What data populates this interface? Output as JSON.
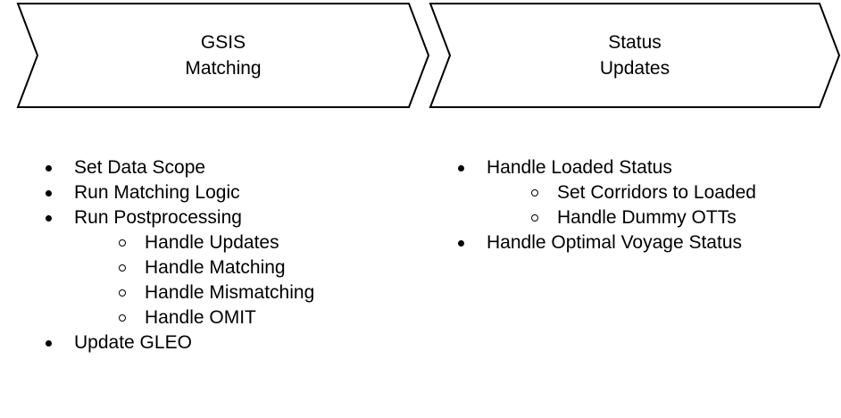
{
  "colors": {
    "background": "#ffffff",
    "shape_fill": "#ffffff",
    "shape_stroke": "#000000",
    "text": "#000000"
  },
  "chevrons": [
    {
      "line1": "GSIS",
      "line2": "Matching"
    },
    {
      "line1": "Status",
      "line2": "Updates"
    }
  ],
  "left_list": {
    "items": [
      {
        "label": "Set Data Scope",
        "level": 1
      },
      {
        "label": "Run Matching Logic",
        "level": 1
      },
      {
        "label": "Run Postprocessing",
        "level": 1
      },
      {
        "label": "Handle Updates",
        "level": 2
      },
      {
        "label": "Handle Matching",
        "level": 2
      },
      {
        "label": "Handle Mismatching",
        "level": 2
      },
      {
        "label": "Handle OMIT",
        "level": 2
      },
      {
        "label": "Update GLEO",
        "level": 1
      }
    ]
  },
  "right_list": {
    "items": [
      {
        "label": "Handle Loaded Status",
        "level": 1
      },
      {
        "label": "Set Corridors to Loaded",
        "level": 2
      },
      {
        "label": "Handle Dummy OTTs",
        "level": 2
      },
      {
        "label": "Handle Optimal Voyage Status",
        "level": 1
      }
    ]
  }
}
